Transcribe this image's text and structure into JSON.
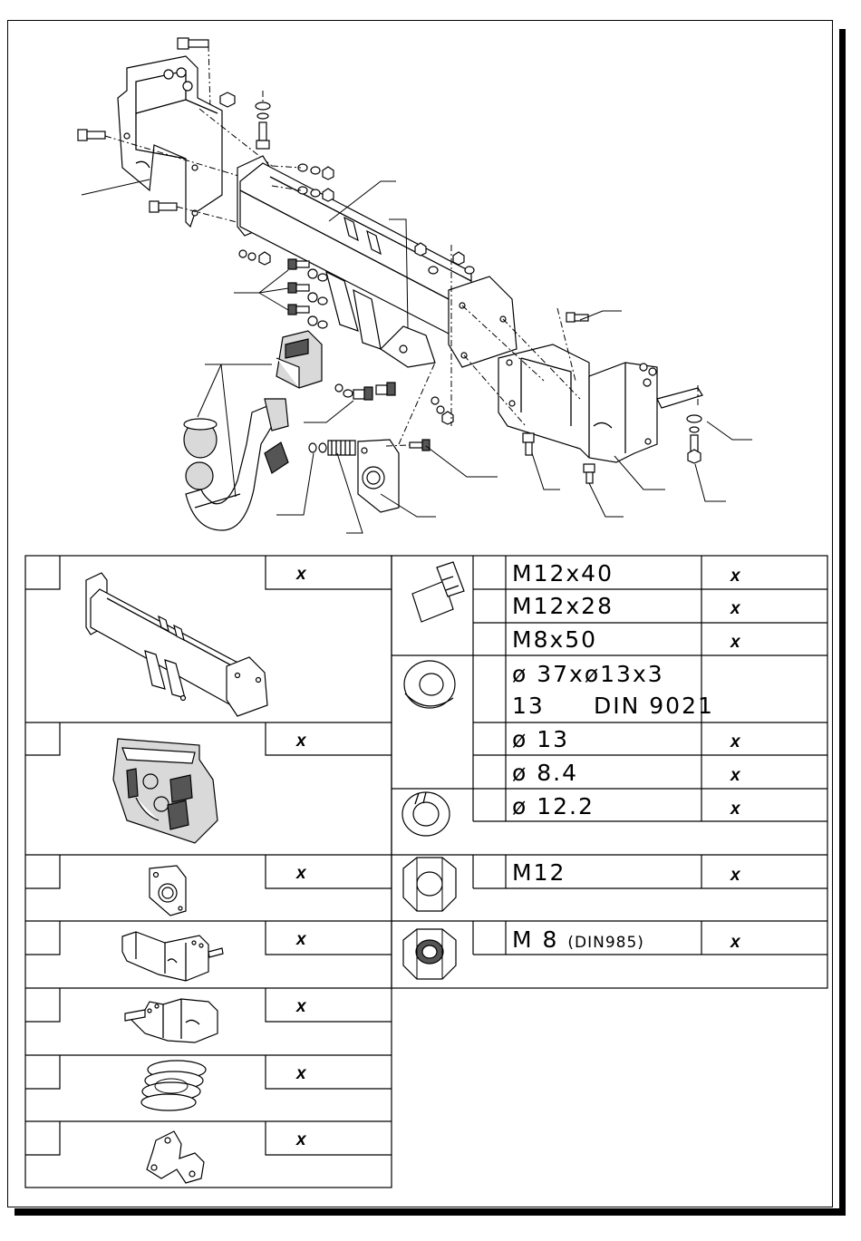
{
  "parts_table": {
    "left_rows": [
      {
        "icon": "towbar-beam-icon",
        "qty": "x"
      },
      {
        "icon": "electrical-kit-icon",
        "qty": "x"
      },
      {
        "icon": "socket-plate-icon",
        "qty": "x"
      },
      {
        "icon": "left-bracket-icon",
        "qty": "x"
      },
      {
        "icon": "right-bracket-icon",
        "qty": "x"
      },
      {
        "icon": "spring-icon",
        "qty": "x"
      },
      {
        "icon": "socket-holder-icon",
        "qty": "x"
      }
    ],
    "right_rows": [
      {
        "group": "bolt",
        "icon": "bolt-icon",
        "items": [
          {
            "spec": "M12x40",
            "qty": "x"
          },
          {
            "spec": "M12x28",
            "qty": "x"
          },
          {
            "spec": "M8x50",
            "qty": "x"
          }
        ]
      },
      {
        "group": "washer",
        "icon": "flat-washer-icon",
        "items": [
          {
            "spec_line1": "ø 37xø13x3",
            "spec_line2_a": "13",
            "spec_line2_b": "DIN 9021",
            "qty": ""
          },
          {
            "spec": "ø 13",
            "qty": "x"
          },
          {
            "spec": "ø 8.4",
            "qty": "x"
          }
        ]
      },
      {
        "group": "spring-washer",
        "icon": "spring-washer-icon",
        "items": [
          {
            "spec": "ø 12.2",
            "qty": "x"
          }
        ]
      },
      {
        "group": "nut",
        "icon": "hex-nut-icon",
        "items": [
          {
            "spec": "M12",
            "qty": "x"
          }
        ]
      },
      {
        "group": "lock-nut",
        "icon": "lock-nut-icon",
        "items": [
          {
            "spec_main": "M 8",
            "spec_note": "(DIN985)",
            "qty": "x"
          }
        ]
      }
    ]
  }
}
